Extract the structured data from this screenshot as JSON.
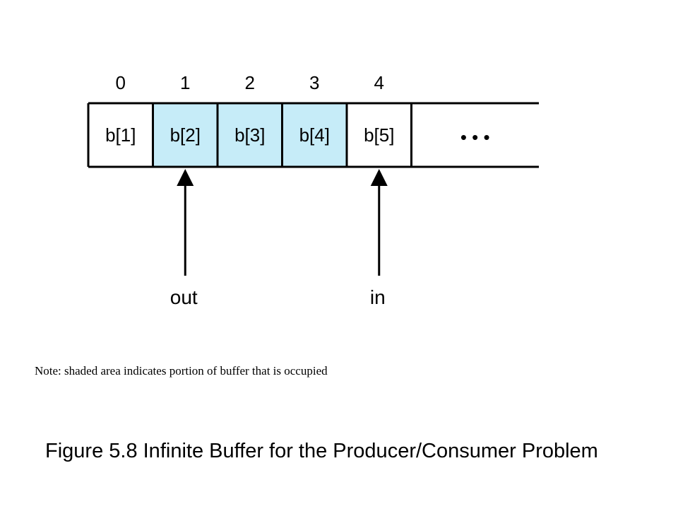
{
  "buffer": {
    "indices": [
      "0",
      "1",
      "2",
      "3",
      "4"
    ],
    "cells": [
      {
        "label": "b[1]",
        "occupied": false
      },
      {
        "label": "b[2]",
        "occupied": true
      },
      {
        "label": "b[3]",
        "occupied": true
      },
      {
        "label": "b[4]",
        "occupied": true
      },
      {
        "label": "b[5]",
        "occupied": false
      }
    ],
    "continuation": "• • •",
    "occupied_color": "#c6ecf8",
    "empty_color": "#ffffff"
  },
  "pointers": [
    {
      "label": "out",
      "cell_index": 1
    },
    {
      "label": "in",
      "cell_index": 4
    }
  ],
  "note": "Note: shaded area indicates portion of buffer that is occupied",
  "caption": "Figure 5.8   Infinite Buffer for the Producer/Consumer Problem"
}
